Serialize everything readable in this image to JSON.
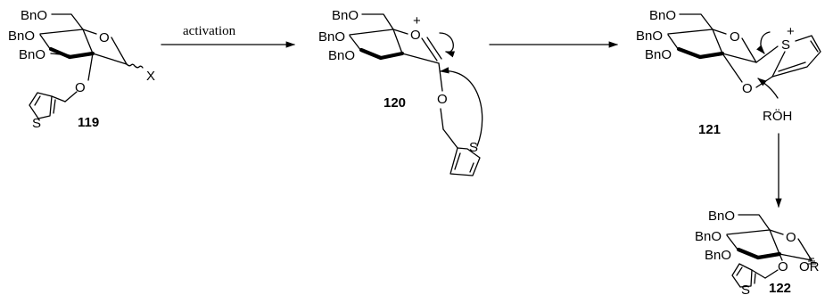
{
  "scheme": {
    "arrow_label": "activation",
    "compounds": [
      {
        "number": "119",
        "labels": {
          "bn6": "BnO",
          "bn4": "BnO",
          "bn3": "BnO",
          "ring_o": "O",
          "anomeric": "X",
          "ether_o": "O",
          "s": "S"
        }
      },
      {
        "number": "120",
        "labels": {
          "bn6": "BnO",
          "bn4": "BnO",
          "bn3": "BnO",
          "ring_o": "O",
          "charge": "+",
          "ether_o": "O",
          "s": "S"
        }
      },
      {
        "number": "121",
        "labels": {
          "bn6": "BnO",
          "bn4": "BnO",
          "bn3": "BnO",
          "ring_o": "O",
          "ether_o": "O",
          "s": "S",
          "charge": "+",
          "nucleophile": "RÖH"
        }
      },
      {
        "number": "122",
        "labels": {
          "bn6": "BnO",
          "bn4": "BnO",
          "bn3": "BnO",
          "ring_o": "O",
          "anomeric": "OR",
          "ether_o": "O",
          "s": "S"
        }
      }
    ]
  }
}
